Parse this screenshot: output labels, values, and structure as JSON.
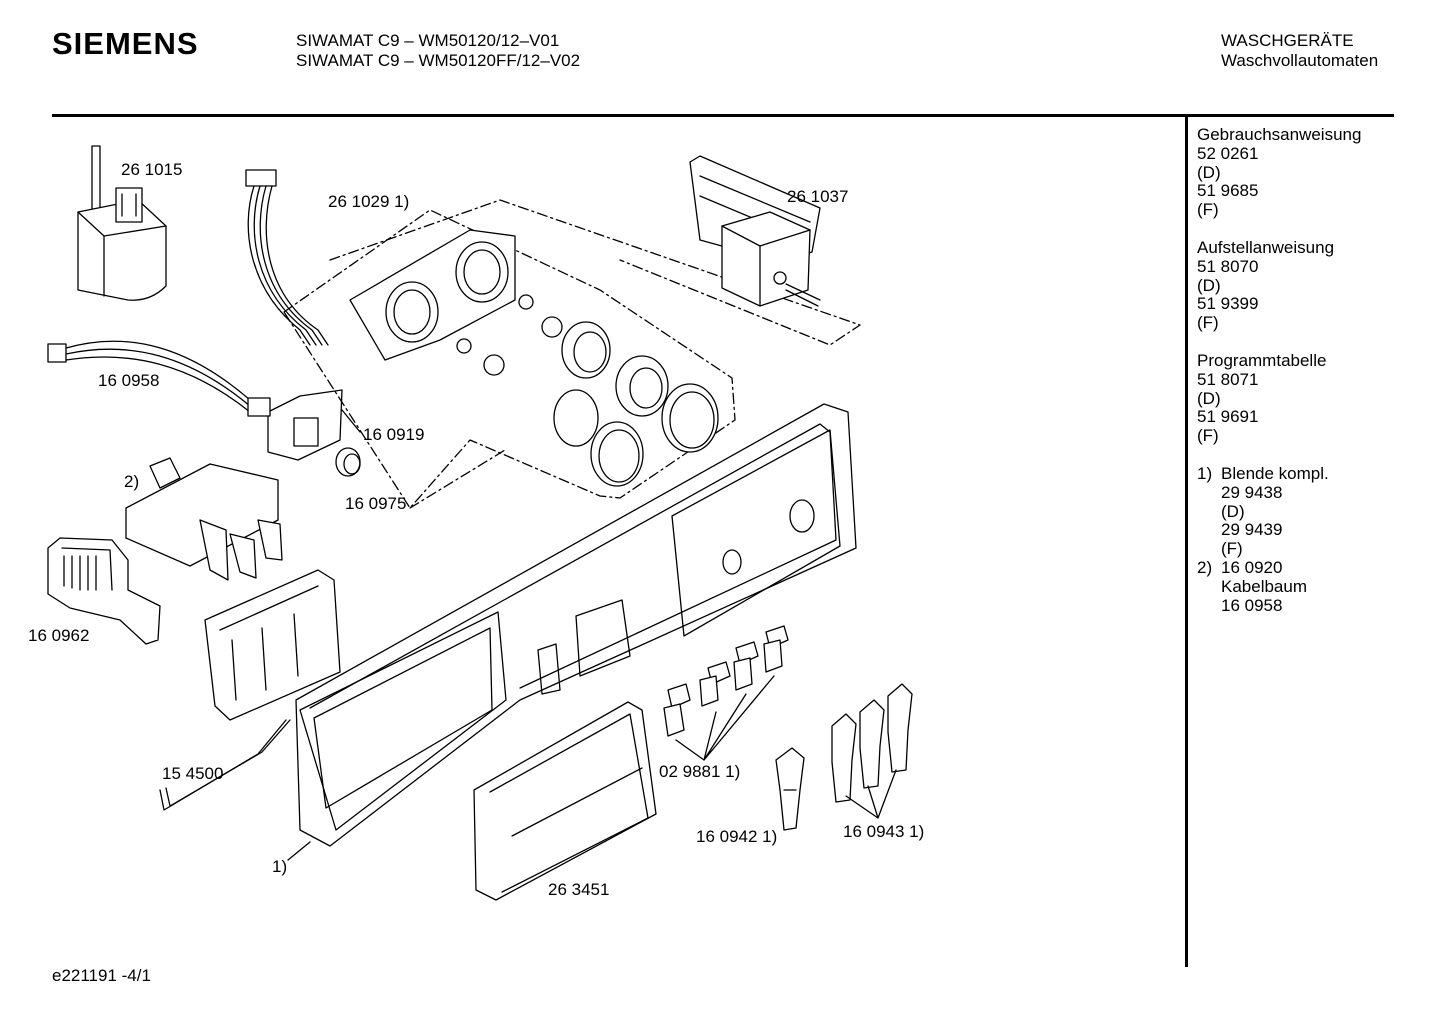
{
  "header": {
    "brand": "SIEMENS",
    "model_lines": [
      "SIWAMAT C9 – WM50120/12–V01",
      "SIWAMAT C9 – WM50120FF/12–V02"
    ],
    "category_lines": [
      "WASCHGERÄTE",
      "Waschvollautomaten"
    ]
  },
  "sidebar": {
    "groups": [
      {
        "title": "Gebrauchsanweisung",
        "lines": [
          "52 0261",
          "(D)",
          "51 9685",
          "(F)"
        ]
      },
      {
        "title": "Aufstellanweisung",
        "lines": [
          "51 8070",
          "(D)",
          "51 9399",
          "(F)"
        ]
      },
      {
        "title": "Programmtabelle",
        "lines": [
          "51 8071",
          "(D)",
          "51 9691",
          "(F)"
        ]
      }
    ],
    "notes": [
      {
        "num": "1)",
        "text": "Blende kompl.",
        "lines": [
          "29 9438",
          "(D)",
          "29 9439",
          "(F)"
        ]
      },
      {
        "num": "2)",
        "text": "16 0920",
        "lines": [
          "Kabelbaum",
          "16 0958"
        ]
      }
    ]
  },
  "parts": {
    "p261015": "26 1015",
    "p261029": "26 1029 1)",
    "p261037": "26 1037",
    "p160958": "16 0958",
    "p160919": "16 0919",
    "p160975": "16 0975",
    "p2": "2)",
    "p160962": "16 0962",
    "p154500": "15 4500",
    "p1": "1)",
    "p263451": "26 3451",
    "p029881": "02 9881 1)",
    "p160942": "16 0942 1)",
    "p160943": "16 0943 1)"
  },
  "footer": {
    "code": "e221191 -4/1"
  }
}
